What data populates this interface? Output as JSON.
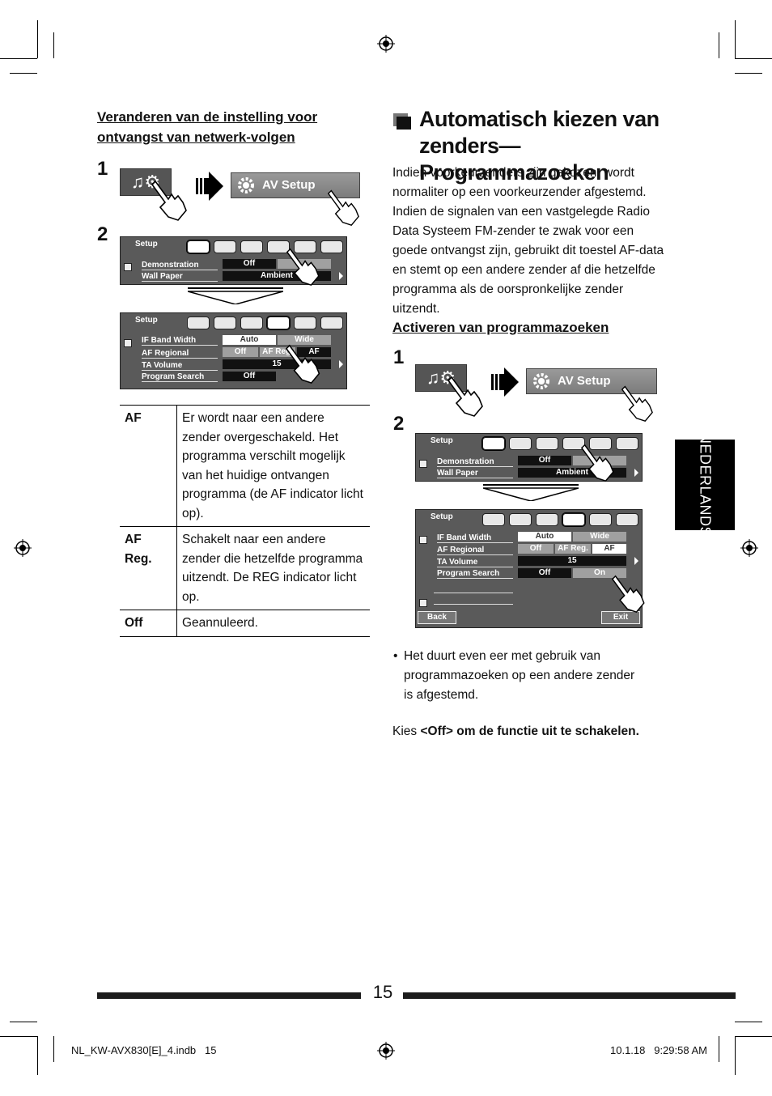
{
  "left": {
    "subheading": "Veranderen van de instelling voor ontvangst van netwerk-volgen",
    "step1": "1",
    "step2": "2",
    "av_setup_label": "AV Setup",
    "screen_a": {
      "title": "Setup",
      "rows": [
        "Demonstration",
        "Wall Paper"
      ],
      "values": [
        "Off",
        "Ambient"
      ]
    },
    "screen_b": {
      "title": "Setup",
      "rows": [
        "IF Band Width",
        "AF Regional",
        "TA Volume",
        "Program Search"
      ],
      "if_band": [
        "Auto",
        "Wide"
      ],
      "af_regional": [
        "Off",
        "AF Reg.",
        "AF"
      ],
      "ta_volume": "15",
      "program_search": "Off"
    },
    "table": [
      {
        "key": "AF",
        "value": "Er wordt naar een andere zender overgeschakeld. Het programma verschilt mogelijk van het huidige ontvangen programma (de AF indicator licht op)."
      },
      {
        "key": "AF Reg.",
        "value": "Schakelt naar een andere zender die hetzelfde programma uitzendt. De REG indicator licht op."
      },
      {
        "key": "Off",
        "value": "Geannuleerd."
      }
    ]
  },
  "right": {
    "heading": "Automatisch kiezen van zenders—Programmazoeken",
    "intro_1": "Indien voorkeurzenders zijn gekozen, wordt normaliter op een voorkeurzender afgestemd.",
    "intro_2": "Indien de signalen van een vastgelegde Radio Data Systeem FM-zender te zwak voor een goede ontvangst zijn, gebruikt dit toestel AF-data en stemt op een andere zender af die hetzelfde programma als de oorspronkelijke zender uitzendt.",
    "subheading": "Activeren van programmazoeken",
    "step1": "1",
    "step2": "2",
    "av_setup_label": "AV Setup",
    "screen_a": {
      "title": "Setup",
      "rows": [
        "Demonstration",
        "Wall Paper"
      ],
      "values": [
        "Off",
        "Ambient"
      ]
    },
    "screen_b": {
      "title": "Setup",
      "rows": [
        "IF Band Width",
        "AF Regional",
        "TA Volume",
        "Program Search"
      ],
      "if_band": [
        "Auto",
        "Wide"
      ],
      "af_regional": [
        "Off",
        "AF Reg.",
        "AF"
      ],
      "ta_volume": "15",
      "program_search": [
        "Off",
        "On"
      ],
      "back": "Back",
      "exit": "Exit"
    },
    "bullet": "Het duurt even eer met gebruik van programmazoeken op een andere zender is afgestemd.",
    "kies_prefix": "Kies ",
    "kies_value": "<Off>",
    "kies_suffix": " om de functie uit te schakelen."
  },
  "side_tab": "NEDERLANDS",
  "page_number": "15",
  "footer": {
    "file": "NL_KW-AVX830[E]_4.indb   15",
    "timestamp": "10.1.18   9:29:58 AM"
  }
}
